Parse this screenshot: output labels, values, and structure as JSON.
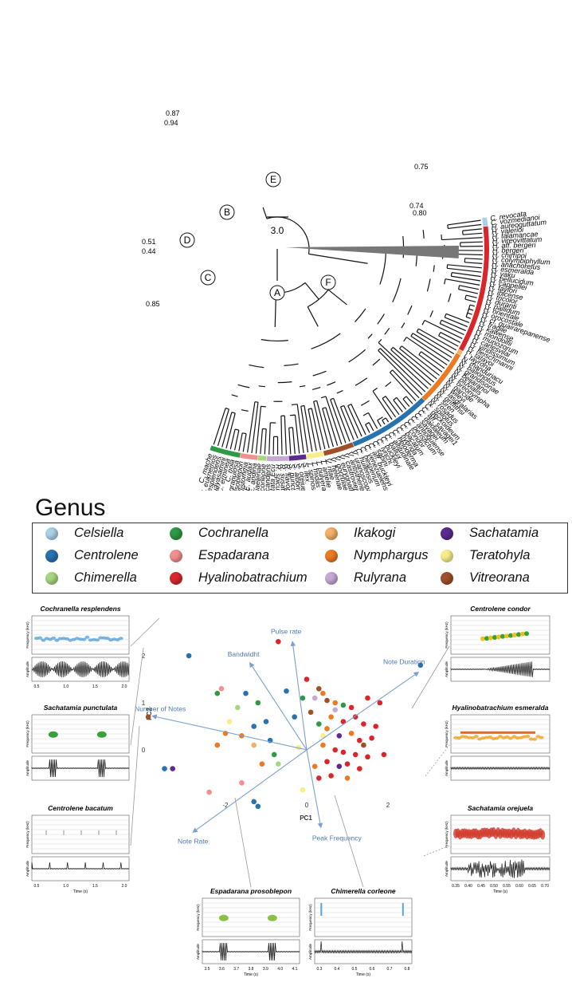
{
  "tree": {
    "scale_label": "3.0",
    "node_labels": [
      "A",
      "B",
      "C",
      "D",
      "E",
      "F"
    ],
    "support_values": [
      "0.87",
      "0.94",
      "0.75",
      "0.74",
      "0.80",
      "0.51",
      "0.44",
      "0.85"
    ],
    "taxa": [
      "C. revocata",
      "C. vozmedianoi",
      "H. aureoguttatum",
      "H. valerioi",
      "H. talamancae",
      "H. vireovittatum",
      "H. aff. bergeri",
      "H. bergeri",
      "H. chirripoi",
      "H. colymbiphyllum",
      "H. anachoretus",
      "H. esmeralda",
      "H. yaku",
      "H. pellucidum",
      "H. cappellei",
      "H. taylori",
      "H. ibicense",
      "H. tricolor",
      "H. duranti",
      "H. pallidum",
      "H. orientale",
      "H. orocostale",
      "H. cf. guairarepanense",
      "H. fragile",
      "H. kawense",
      "H. mondolfii",
      "H. munozorum",
      "H. carlesvilai",
      "H. viridissimum",
      "H. fleischmanni",
      "H. tatayoi",
      "I. tayrona",
      "N. manduriacu",
      "N. balionotus",
      "N. grandisonae",
      "N. beijaranoi",
      "N. pluvialis",
      "N. oreonympha",
      "N. garciae",
      "N. wileyi",
      "N. lasgralarias",
      "N. griffithsi",
      "N. siren",
      "N. rosadus",
      "N. spilotus",
      "C. geckoideum",
      "C. aff. savagei1",
      "C. daidaleum",
      "C. savagei",
      "C. antioquiense",
      "C. peristictum",
      "C. condor",
      "C. bacatum",
      "C. hybrida",
      "C. heloderma",
      "C. altitudinale",
      "C. ballux",
      "C. buckleyi",
      "C. lynchi",
      "C. sabini",
      "C. aff. buckleyi",
      "C. venezuelense",
      "C. hesperium",
      "C. huilensis",
      "V. uranoscopa",
      "V. antisthenesi",
      "V. castroviejoi",
      "V. eurygnatha",
      "V. gorzulae",
      "V. helenae",
      "V. ritae",
      "T. amelie",
      "T. pulverata",
      "T. midas",
      "T. spinosa",
      "S. ilex",
      "S. orejuela",
      "S. albomaculata",
      "S. punctulata",
      "R. flavopunctata Col",
      "R. susatamai",
      "R. spiculata",
      "R. flavopunctata Ecu",
      "R. saxiscandens",
      "C. corleone",
      "C. mariaelenae",
      "E. andina",
      "E. audax",
      "E. callistomma",
      "E. prosoblepon",
      "C. granulosa",
      "C. nola",
      "C. erminea",
      "C. guayasamini",
      "C. resplendens",
      "C. euknemos",
      "C. mache"
    ]
  },
  "legend": {
    "title": "Genus",
    "items": [
      {
        "label": "Celsiella",
        "color": "#a9d1e6"
      },
      {
        "label": "Cochranella",
        "color": "#2e9a47"
      },
      {
        "label": "Ikakogi",
        "color": "#f3b066"
      },
      {
        "label": "Sachatamia",
        "color": "#5b2b8f"
      },
      {
        "label": "Centrolene",
        "color": "#2872b0"
      },
      {
        "label": "Espadarana",
        "color": "#f28f8f"
      },
      {
        "label": "Nymphargus",
        "color": "#ec7a25"
      },
      {
        "label": "Teratohyla",
        "color": "#f7ee8a"
      },
      {
        "label": "Chimerella",
        "color": "#a6d77f"
      },
      {
        "label": "Hyalinobatrachium",
        "color": "#d8262b"
      },
      {
        "label": "Rulyrana",
        "color": "#c4a9d3"
      },
      {
        "label": "Vitreorana",
        "color": "#a05028"
      }
    ]
  },
  "pca": {
    "xlabel": "PC1",
    "ylabel": "PC2",
    "xticks": [
      "-2",
      "0",
      "2"
    ],
    "yticks": [
      "2",
      "1",
      "0"
    ],
    "xtick_values": [
      -2,
      0,
      2
    ],
    "ytick_values": [
      2,
      1,
      0
    ],
    "vectors": [
      {
        "label": "Pulse rate",
        "x": -0.35,
        "y": 2.3
      },
      {
        "label": "Bandwidht",
        "x": -1.4,
        "y": 1.85
      },
      {
        "label": "Note Duration",
        "x": 2.75,
        "y": 1.65
      },
      {
        "label": "Number of Notes",
        "x": -3.8,
        "y": 0.72
      },
      {
        "label": "Note Rate",
        "x": -2.8,
        "y": -1.75
      },
      {
        "label": "Peak Frequency",
        "x": 0.35,
        "y": -1.65
      }
    ],
    "points": [
      {
        "x": -0.7,
        "y": 2.3,
        "g": "Hyalinobatrachium"
      },
      {
        "x": -2.9,
        "y": 2.0,
        "g": "Centrolene"
      },
      {
        "x": 2.8,
        "y": 1.8,
        "g": "Centrolene"
      },
      {
        "x": -2.2,
        "y": 1.2,
        "g": "Cochranella"
      },
      {
        "x": -2.1,
        "y": 1.3,
        "g": "Espadarana"
      },
      {
        "x": -3.9,
        "y": 0.7,
        "g": "Vitreorana"
      },
      {
        "x": -3.5,
        "y": -0.4,
        "g": "Centrolene"
      },
      {
        "x": -3.3,
        "y": -0.4,
        "g": "Sachatamia"
      },
      {
        "x": -1.5,
        "y": 1.2,
        "g": "Centrolene"
      },
      {
        "x": -1.2,
        "y": 1.0,
        "g": "Cochranella"
      },
      {
        "x": -1.7,
        "y": 0.9,
        "g": "Chimerella"
      },
      {
        "x": -1.0,
        "y": 0.6,
        "g": "Centrolene"
      },
      {
        "x": -1.3,
        "y": 0.5,
        "g": "Centrolene"
      },
      {
        "x": -1.6,
        "y": 0.3,
        "g": "Nymphargus"
      },
      {
        "x": -1.9,
        "y": 0.6,
        "g": "Teratohyla"
      },
      {
        "x": -2.2,
        "y": 0.1,
        "g": "Nymphargus"
      },
      {
        "x": -2.0,
        "y": 0.35,
        "g": "Nymphargus"
      },
      {
        "x": -1.3,
        "y": 0.1,
        "g": "Ikakogi"
      },
      {
        "x": -0.9,
        "y": 0.2,
        "g": "Centrolene"
      },
      {
        "x": -0.8,
        "y": -0.1,
        "g": "Cochranella"
      },
      {
        "x": -0.7,
        "y": -0.3,
        "g": "Chimerella"
      },
      {
        "x": -1.1,
        "y": -0.3,
        "g": "Nymphargus"
      },
      {
        "x": -1.6,
        "y": -0.7,
        "g": "Espadarana"
      },
      {
        "x": -2.4,
        "y": -0.9,
        "g": "Espadarana"
      },
      {
        "x": -1.3,
        "y": -1.1,
        "g": "Centrolene"
      },
      {
        "x": -1.2,
        "y": -1.2,
        "g": "Centrolene"
      },
      {
        "x": -0.2,
        "y": 0.05,
        "g": "Teratohyla"
      },
      {
        "x": 0.0,
        "y": 1.5,
        "g": "Hyalinobatrachium"
      },
      {
        "x": 0.3,
        "y": 1.3,
        "g": "Vitreorana"
      },
      {
        "x": 0.4,
        "y": 1.2,
        "g": "Nymphargus"
      },
      {
        "x": 0.2,
        "y": 1.1,
        "g": "Rulyrana"
      },
      {
        "x": 0.5,
        "y": 1.05,
        "g": "Vitreorana"
      },
      {
        "x": -0.1,
        "y": 1.1,
        "g": "Cochranella"
      },
      {
        "x": -0.5,
        "y": 1.25,
        "g": "Centrolene"
      },
      {
        "x": 0.7,
        "y": 1.0,
        "g": "Nymphargus"
      },
      {
        "x": 0.9,
        "y": 0.95,
        "g": "Cochranella"
      },
      {
        "x": 1.1,
        "y": 0.9,
        "g": "Hyalinobatrachium"
      },
      {
        "x": 1.5,
        "y": 1.1,
        "g": "Hyalinobatrachium"
      },
      {
        "x": 1.8,
        "y": 1.0,
        "g": "Hyalinobatrachium"
      },
      {
        "x": 1.2,
        "y": 0.7,
        "g": "Hyalinobatrachium"
      },
      {
        "x": 0.6,
        "y": 0.7,
        "g": "Nymphargus"
      },
      {
        "x": 0.3,
        "y": 0.55,
        "g": "Cochranella"
      },
      {
        "x": 0.5,
        "y": 0.45,
        "g": "Nymphargus"
      },
      {
        "x": 0.9,
        "y": 0.6,
        "g": "Hyalinobatrachium"
      },
      {
        "x": 1.4,
        "y": 0.55,
        "g": "Hyalinobatrachium"
      },
      {
        "x": 1.7,
        "y": 0.5,
        "g": "Hyalinobatrachium"
      },
      {
        "x": 0.8,
        "y": 0.3,
        "g": "Sachatamia"
      },
      {
        "x": 1.1,
        "y": 0.35,
        "g": "Nymphargus"
      },
      {
        "x": 1.3,
        "y": 0.2,
        "g": "Hyalinobatrachium"
      },
      {
        "x": 1.6,
        "y": 0.25,
        "g": "Hyalinobatrachium"
      },
      {
        "x": 0.4,
        "y": 0.1,
        "g": "Nymphargus"
      },
      {
        "x": 0.7,
        "y": 0.0,
        "g": "Hyalinobatrachium"
      },
      {
        "x": 0.9,
        "y": -0.05,
        "g": "Hyalinobatrachium"
      },
      {
        "x": 1.2,
        "y": -0.1,
        "g": "Hyalinobatrachium"
      },
      {
        "x": 1.5,
        "y": -0.15,
        "g": "Hyalinobatrachium"
      },
      {
        "x": 1.9,
        "y": -0.1,
        "g": "Hyalinobatrachium"
      },
      {
        "x": 0.5,
        "y": -0.25,
        "g": "Hyalinobatrachium"
      },
      {
        "x": 0.8,
        "y": -0.35,
        "g": "Sachatamia"
      },
      {
        "x": 1.0,
        "y": -0.3,
        "g": "Hyalinobatrachium"
      },
      {
        "x": 1.3,
        "y": -0.4,
        "g": "Hyalinobatrachium"
      },
      {
        "x": 0.6,
        "y": -0.55,
        "g": "Hyalinobatrachium"
      },
      {
        "x": 0.3,
        "y": -0.6,
        "g": "Hyalinobatrachium"
      },
      {
        "x": 1.0,
        "y": -0.6,
        "g": "Nymphargus"
      },
      {
        "x": 0.2,
        "y": -0.35,
        "g": "Nymphargus"
      },
      {
        "x": 0.4,
        "y": 0.3,
        "g": "Teratohyla"
      },
      {
        "x": -0.1,
        "y": -0.85,
        "g": "Teratohyla"
      },
      {
        "x": 1.4,
        "y": 0.1,
        "g": "Vitreorana"
      },
      {
        "x": 0.7,
        "y": 0.85,
        "g": "Rulyrana"
      },
      {
        "x": 0.1,
        "y": 0.8,
        "g": "Vitreorana"
      },
      {
        "x": -0.3,
        "y": 0.7,
        "g": "Centrolene"
      }
    ],
    "panels": [
      {
        "title": "Cochranella resplendens",
        "ylabel_top": "Frequency (kHz)",
        "ylabel_bot": "Amplitude",
        "xticks": [
          "0.5",
          "1.0",
          "1.5",
          "2.0"
        ],
        "xlabel": ""
      },
      {
        "title": "Sachatamia punctulata",
        "ylabel_top": "Frequency (kHz)",
        "ylabel_bot": "Amplitude",
        "xticks": [],
        "xlabel": ""
      },
      {
        "title": "Centrolene bacatum",
        "ylabel_top": "Frequency (kHz)",
        "ylabel_bot": "Amplitude",
        "xticks": [
          "0.5",
          "1.0",
          "1.5",
          "2.0"
        ],
        "xlabel": "Time (s)"
      },
      {
        "title": "Centrolene condor",
        "ylabel_top": "Frequency (kHz)",
        "ylabel_bot": "Amplitude",
        "xticks": [],
        "xlabel": ""
      },
      {
        "title": "Hyalinobatrachium esmeralda",
        "ylabel_top": "Frequency (kHz)",
        "ylabel_bot": "Amplitude",
        "xticks": [],
        "xlabel": ""
      },
      {
        "title": "Sachatamia orejuela",
        "ylabel_top": "Frequency (kHz)",
        "ylabel_bot": "Amplitude",
        "xticks": [
          "0.35",
          "0.40",
          "0.45",
          "0.50",
          "0.55",
          "0.60",
          "0.65",
          "0.70"
        ],
        "xlabel": "Time (s)"
      },
      {
        "title": "Espadarana prosoblepon",
        "ylabel_top": "Frequency (kHz)",
        "ylabel_bot": "Amplitude",
        "xticks": [
          "3.5",
          "3.6",
          "3.7",
          "3.8",
          "3.9",
          "4.0",
          "4.1"
        ],
        "xlabel": "Time (s)"
      },
      {
        "title": "Chimerella corleone",
        "ylabel_top": "Frequency (kHz)",
        "ylabel_bot": "Amplitude",
        "xticks": [
          "0.3",
          "0.4",
          "0.5",
          "0.6",
          "0.7",
          "0.8"
        ],
        "xlabel": "Time (s)"
      }
    ]
  }
}
